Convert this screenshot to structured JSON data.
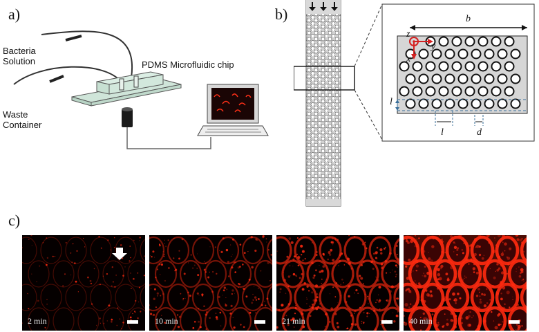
{
  "panels": {
    "a": "a)",
    "b": "b)",
    "c": "c)"
  },
  "setup": {
    "bacteria_line1": "Bacteria",
    "bacteria_line2": "Solution",
    "chip_label": "PDMS Microfluidic chip",
    "waste_line1": "Waste",
    "waste_line2": "Container"
  },
  "schematic": {
    "dim_b": "b",
    "dim_l_side": "l",
    "dim_l_bottom": "l",
    "dim_d": "d",
    "axis_z": "z",
    "axis_y": "y",
    "axis_x": "x",
    "axis_color": "#d42020"
  },
  "frames": [
    {
      "time": "2 min",
      "intensity": 0.15
    },
    {
      "time": "10 min",
      "intensity": 0.4
    },
    {
      "time": "21 min",
      "intensity": 0.65
    },
    {
      "time": "40 min",
      "intensity": 1.0
    }
  ],
  "colors": {
    "fluorescence": "#ff2a10",
    "flow_arrow": "#ffffff"
  }
}
